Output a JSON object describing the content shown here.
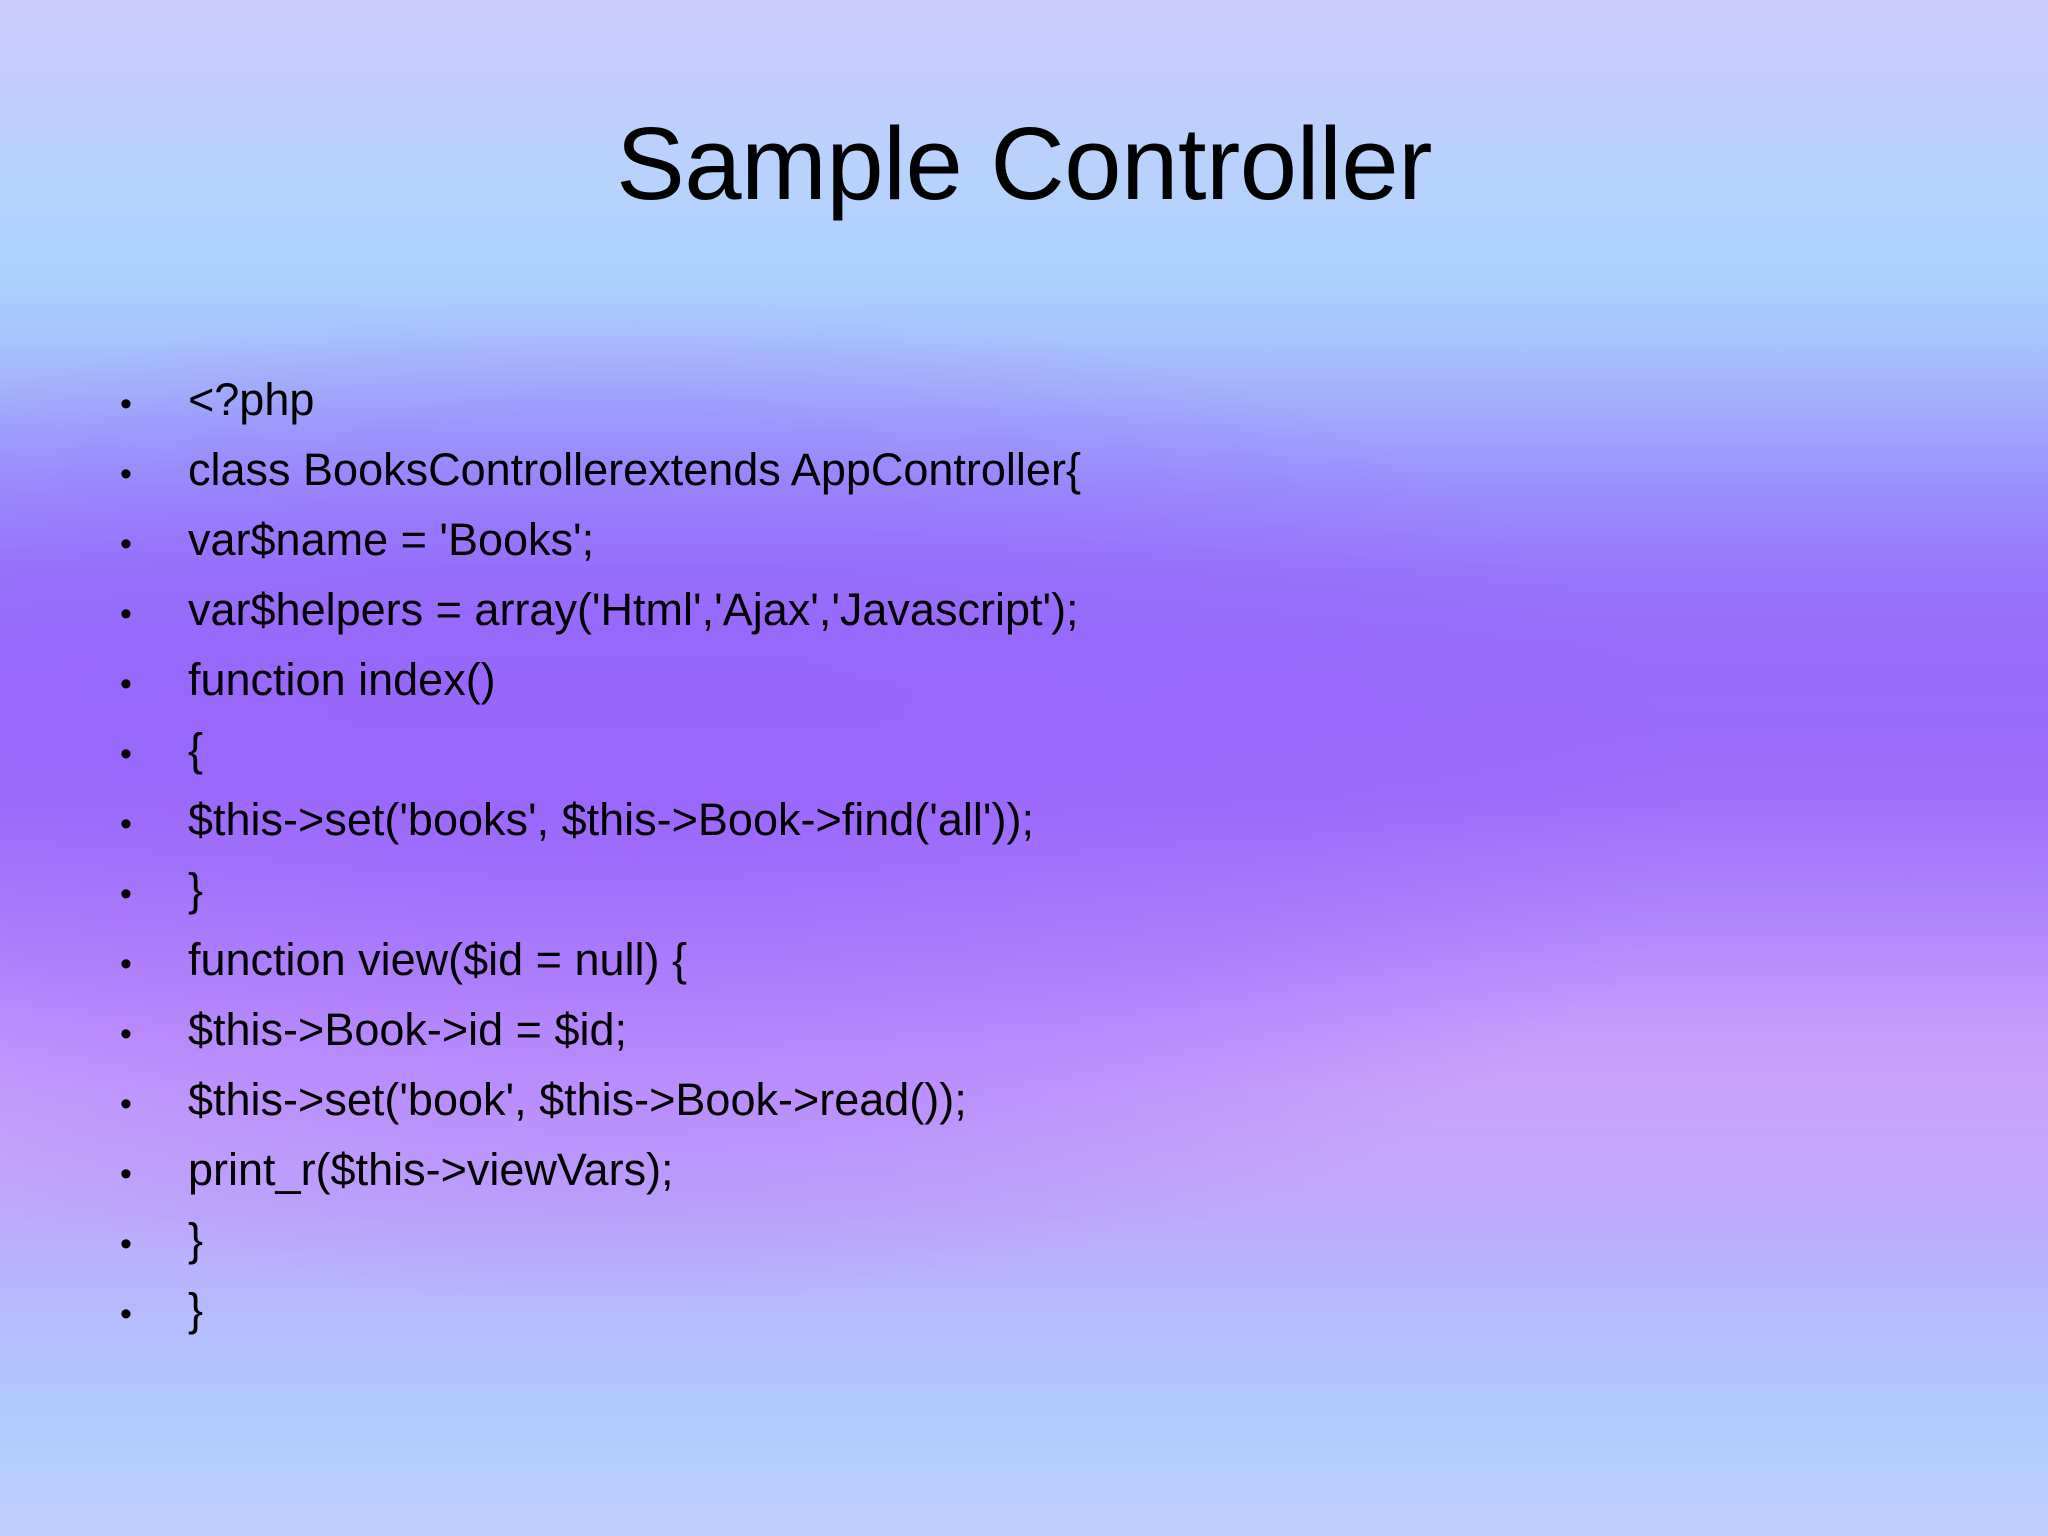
{
  "slide": {
    "title": "Sample Controller",
    "bullet_glyph": "•",
    "text_color": "#000000",
    "background": {
      "top_color": "#CBCCFB",
      "mid_color": "#9C6BFB",
      "lower_color": "#C79BFC",
      "bottom_color": "#B5CDFD"
    },
    "bullets": [
      {
        "text": "<?php"
      },
      {
        "text": "class BooksControllerextends AppController{"
      },
      {
        "text": "var$name = 'Books';"
      },
      {
        "text": "var$helpers = array('Html','Ajax','Javascript');"
      },
      {
        "text": "function index()"
      },
      {
        "text": "{"
      },
      {
        "text": "$this->set('books', $this->Book->find('all'));"
      },
      {
        "text": "}"
      },
      {
        "text": "function view($id = null) {"
      },
      {
        "text": "$this->Book->id = $id;"
      },
      {
        "text": "$this->set('book', $this->Book->read());"
      },
      {
        "text": "print_r($this->viewVars);"
      },
      {
        "text": "}"
      },
      {
        "text": "}"
      }
    ]
  }
}
